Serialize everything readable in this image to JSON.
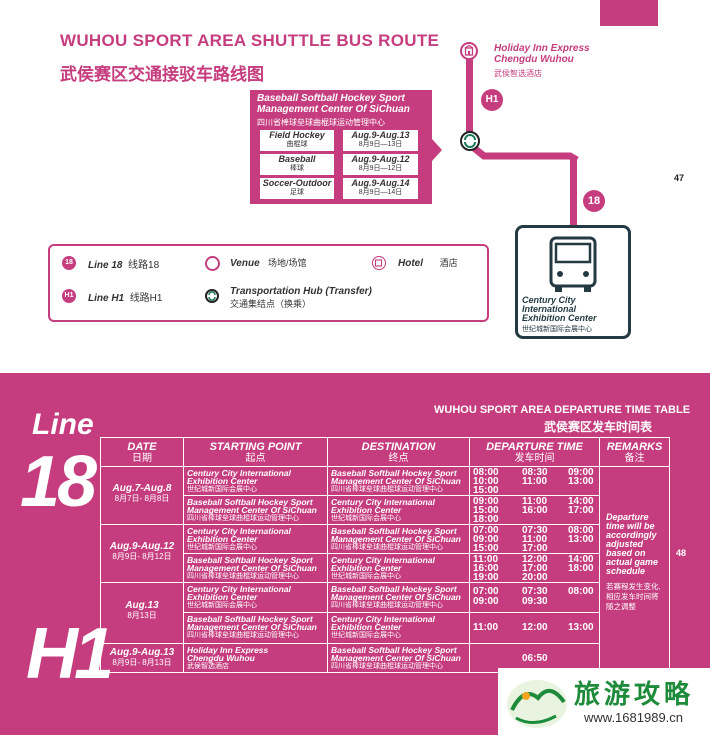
{
  "top": {
    "title_en": "WUHOU SPORT AREA SHUTTLE BUS ROUTE",
    "title_cn": "武侯赛区交通接驳车路线图",
    "hotel": {
      "name_en_1": "Holiday Inn Express",
      "name_en_2": "Chengdu Wuhou",
      "name_cn": "武侯智选酒店"
    },
    "route_badges": {
      "h1": "H1",
      "line18": "18"
    },
    "venue_box": {
      "title_1": "Baseball Softball Hockey Sport",
      "title_2": "Management Center Of SiChuan",
      "title_cn": "四川省棒球垒球曲棍球运动管理中心",
      "rows": [
        {
          "sport_en": "Field Hockey",
          "sport_cn": "曲棍球",
          "date_en": "Aug.9-Aug.13",
          "date_cn": "8月9日—13日"
        },
        {
          "sport_en": "Baseball",
          "sport_cn": "棒球",
          "date_en": "Aug.9-Aug.12",
          "date_cn": "8月9日—12日"
        },
        {
          "sport_en": "Soccer-Outdoor",
          "sport_cn": "足球",
          "date_en": "Aug.9-Aug.14",
          "date_cn": "8月9日—14日"
        }
      ]
    },
    "bus_terminal": {
      "name_1": "Century City",
      "name_2": "International",
      "name_3": "Exhibition Center",
      "name_cn": "世纪城新国际会展中心"
    },
    "page_number": "47",
    "legend": {
      "line18_badge": "18",
      "line18_en": "Line 18",
      "line18_cn": "线路18",
      "h1_badge": "H1",
      "h1_en": "Line H1",
      "h1_cn": "线路H1",
      "venue_en": "Venue",
      "venue_cn": "场地/场馆",
      "hotel_en": "Hotel",
      "hotel_cn": "酒店",
      "hub_en": "Transportation Hub (Transfer)",
      "hub_cn": "交通集结点（换乘）"
    }
  },
  "bottom": {
    "line_word": "Line",
    "line_18": "18",
    "line_h1": "H1",
    "title_en": "WUHOU SPORT AREA DEPARTURE TIME TABLE",
    "title_cn": "武侯赛区发车时间表",
    "page_number": "48",
    "headers": {
      "date_en": "DATE",
      "date_cn": "日期",
      "start_en": "STARTING POINT",
      "start_cn": "起点",
      "dest_en": "DESTINATION",
      "dest_cn": "终点",
      "dep_en": "DEPARTURE TIME",
      "dep_cn": "发车时间",
      "rem_en": "REMARKS",
      "rem_cn": "备注"
    },
    "places": {
      "century_1": "Century City International",
      "century_2": "Exhibition Center",
      "century_cn": "世纪城新国际会展中心",
      "bshs_1": "Baseball Softball Hockey Sport",
      "bshs_2": "Management Center Of SiChuan",
      "bshs_cn": "四川省棒球垒球曲棍球运动管理中心",
      "hotel_1": "Holiday Inn Express",
      "hotel_2": "Chengdu Wuhou",
      "hotel_cn": "武侯智选酒店"
    },
    "dates": [
      {
        "en": "Aug.7-Aug.8",
        "cn": "8月7日- 8月8日"
      },
      {
        "en": "Aug.9-Aug.12",
        "cn": "8月9日- 8月12日"
      },
      {
        "en": "Aug.13",
        "cn": "8月13日"
      },
      {
        "en": "Aug.9-Aug.13",
        "cn": "8月9日- 8月13日"
      }
    ],
    "times": [
      [
        "08:00",
        "08:30",
        "09:00",
        "10:00",
        "11:00",
        "13:00",
        "15:00"
      ],
      [
        "09:00",
        "11:00",
        "14:00",
        "15:00",
        "16:00",
        "17:00",
        "18:00"
      ],
      [
        "07:00",
        "07:30",
        "08:00",
        "09:00",
        "11:00",
        "13:00",
        "15:00",
        "17:00"
      ],
      [
        "11:00",
        "12:00",
        "14:00",
        "16:00",
        "17:00",
        "18:00",
        "19:00",
        "20:00"
      ],
      [
        "07:00",
        "07:30",
        "08:00",
        "09:00",
        "09:30"
      ],
      [
        "11:00",
        "12:00",
        "13:00"
      ],
      [
        "06:50"
      ]
    ],
    "remarks": {
      "en_1": "Departure",
      "en_2": "time will be",
      "en_3": "accordingly",
      "en_4": "adjusted",
      "en_5": "based on",
      "en_6": "actual game",
      "en_7": "schedule",
      "cn_1": "若赛程发生变化,",
      "cn_2": "相应发车时间将",
      "cn_3": "随之调整"
    },
    "watermark": {
      "cn": "旅游攻略",
      "url": "www.1681989.cn"
    }
  }
}
